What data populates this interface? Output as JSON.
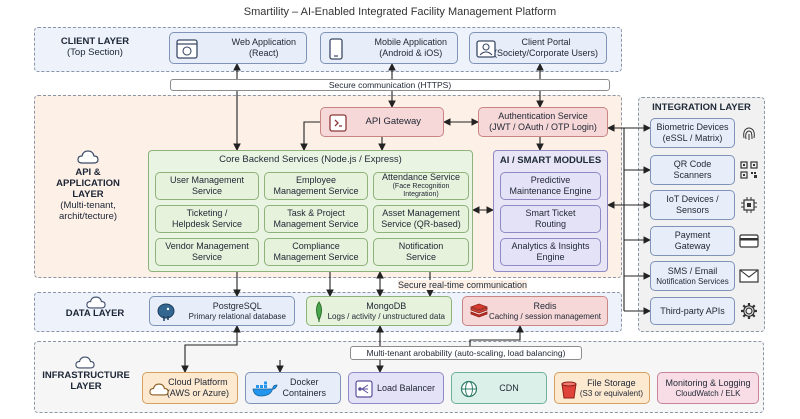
{
  "title": "Smartility – AI-Enabled Integrated Facility Management Platform",
  "client_layer": {
    "name": "CLIENT LAYER",
    "sub": "(Top Section)",
    "web_app": {
      "title": "Web Application",
      "sub": "(React)"
    },
    "mobile_app": {
      "title": "Mobile Application",
      "sub": "(Android & iOS)"
    },
    "client_portal": {
      "title": "Client Portal",
      "sub": "(Society/Corporate Users)"
    }
  },
  "secure_comm": "Secure communication (HTTPS)",
  "api_layer": {
    "name_1": "API &",
    "name_2": "APPLICATION",
    "name_3": "LAYER",
    "sub_1": "(Multi-tenant,",
    "sub_2": "archit/tecture)",
    "gateway": "API Gateway",
    "auth_title": "Authentication Service",
    "auth_sub": "(JWT / OAuth / OTP Login)",
    "core_title": "Core Backend Services (Node.js / Express)",
    "services": [
      {
        "l1": "User Management",
        "l2": "Service"
      },
      {
        "l1": "Employee",
        "l2": "Management Service"
      },
      {
        "l1": "Attendance Service",
        "l2": "(Face Recognition Integration)"
      },
      {
        "l1": "Ticketing /",
        "l2": "Helpdesk Service"
      },
      {
        "l1": "Task & Project",
        "l2": "Management Service"
      },
      {
        "l1": "Asset Management",
        "l2": "Service (QR-based)"
      },
      {
        "l1": "Vendor Management",
        "l2": "Service"
      },
      {
        "l1": "Compliance",
        "l2": "Management Service"
      },
      {
        "l1": "Notification",
        "l2": "Service"
      }
    ],
    "ai_title": "AI / SMART MODULES",
    "ai_modules": [
      {
        "l1": "Predictive",
        "l2": "Maintenance Engine"
      },
      {
        "l1": "Smart Ticket",
        "l2": "Routing"
      },
      {
        "l1": "Analytics & Insights",
        "l2": "Engine"
      }
    ]
  },
  "realtime": "Secure real-time communication",
  "data_layer": {
    "name": "DATA LAYER",
    "postgres": {
      "title": "PostgreSQL",
      "sub": "Primary relational database"
    },
    "mongo": {
      "title": "MongoDB",
      "sub": "Logs / activity / unstructured data"
    },
    "redis": {
      "title": "Redis",
      "sub": "Caching / session management"
    }
  },
  "multitenant": "Multi-tenant arobability (auto-scaling, load balancing)",
  "infra_layer": {
    "name_1": "INFRASTRUCTURE",
    "name_2": "LAYER",
    "cloud": {
      "title": "Cloud Platform",
      "sub": "(AWS or Azure)"
    },
    "docker": {
      "title": "Docker",
      "sub": "Containers"
    },
    "lb": {
      "title": "Load Balancer"
    },
    "cdn": {
      "title": "CDN"
    },
    "storage": {
      "title": "File Storage",
      "sub": "(S3 or equivalent)"
    },
    "monitoring": {
      "title": "Monitoring & Logging",
      "sub": "CloudWatch / ELK"
    }
  },
  "integration": {
    "name": "INTEGRATION LAYER",
    "items": [
      {
        "l1": "Biometric Devices",
        "l2": "(eSSL / Matrix)"
      },
      {
        "l1": "QR Code",
        "l2": "Scanners"
      },
      {
        "l1": "IoT Devices /",
        "l2": "Sensors"
      },
      {
        "l1": "Payment",
        "l2": "Gateway"
      },
      {
        "l1": "SMS / Email",
        "l2": "Notification Services"
      },
      {
        "l1": "Third-party APIs",
        "l2": ""
      }
    ]
  },
  "colors": {
    "client_bg": "#eef3fb",
    "api_bg": "#fdf0e6",
    "data_bg": "#eef3fb",
    "infra_bg": "#f6f6f6",
    "integration_bg": "#f1f1f1"
  }
}
